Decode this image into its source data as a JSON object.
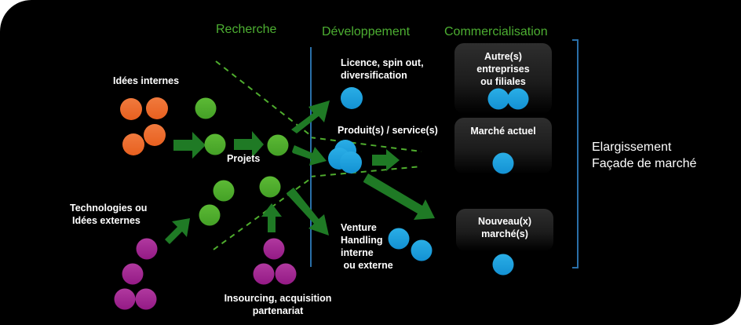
{
  "phases": {
    "research": "Recherche",
    "development": "Développement",
    "commercialisation": "Commercialisation"
  },
  "labels": {
    "internal_ideas": "Idées internes",
    "external_tech_line1": "Technologies ou",
    "external_tech_line2": "Idées externes",
    "projects": "Projets",
    "insourcing_line1": "Insourcing, acquisition",
    "insourcing_line2": "partenariat",
    "licence_line1": "Licence, spin out,",
    "licence_line2": "diversification",
    "products": "Produit(s) / service(s)",
    "venture_line1": "Venture",
    "venture_line2": "Handling",
    "venture_line3": "interne",
    "venture_line4": " ou externe"
  },
  "markets": {
    "other_companies": [
      "Autre(s)",
      "entreprises",
      "ou filiales"
    ],
    "current_market": "Marché actuel",
    "new_markets": [
      "Nouveau(x)",
      "marché(s)"
    ]
  },
  "summary": {
    "line1": "Elargissement",
    "line2": "Façade de marché"
  },
  "colors": {
    "background": "#000000",
    "phase_text": "#4daf32",
    "internal_idea": "#ec6a2c",
    "project": "#4fad2e",
    "external_idea": "#a0238f",
    "outcome": "#1ba0dc",
    "arrow": "#1f7a25",
    "divider": "#2a6fa8",
    "funnel": "#4fad2e"
  }
}
